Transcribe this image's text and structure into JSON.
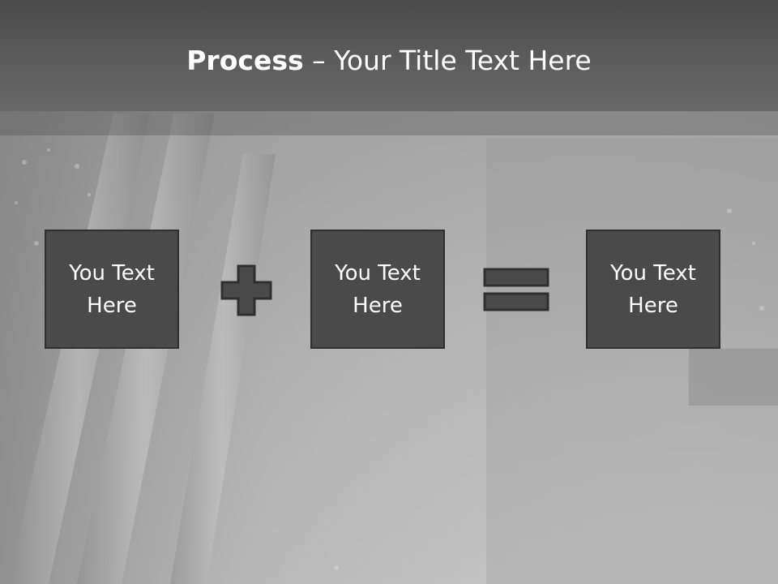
{
  "slide": {
    "title_bold": "Process",
    "title_rest": " – Your Title Text Here"
  },
  "process": {
    "boxes": [
      {
        "line1": "You Text",
        "line2": "Here"
      },
      {
        "line1": "You Text",
        "line2": "Here"
      },
      {
        "line1": "You Text",
        "line2": "Here"
      }
    ],
    "operators": [
      "plus-icon",
      "equals-icon"
    ]
  },
  "colors": {
    "header": "#565656",
    "box_fill": "#4a4a4a",
    "box_border": "#2f2f2f",
    "text": "#ffffff"
  }
}
